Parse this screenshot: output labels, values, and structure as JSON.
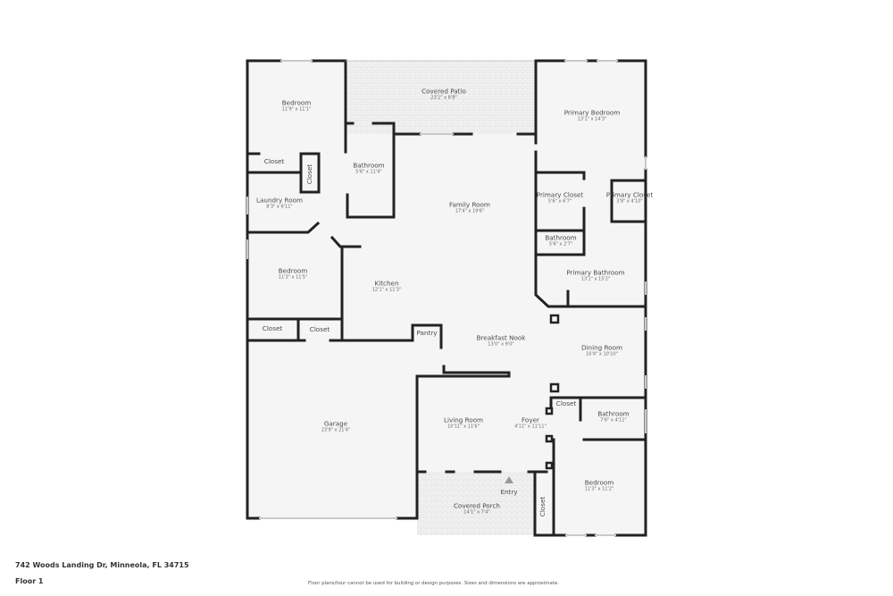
{
  "address": "742 Woods Landing Dr, Minneola, FL 34715",
  "floor": "Floor 1",
  "disclaimer": "Floor plans/tour cannot be used for building or design purposes. Sizes and dimensions are approximate.",
  "entry_label": "Entry",
  "colors": {
    "wall": "#222222",
    "floor": "#f5f5f5",
    "outdoor": "#ececec",
    "window": "#cfcfcf"
  },
  "rooms": {
    "bedroom_nw": {
      "name": "Bedroom",
      "dims": "11'9\" x 11'1\""
    },
    "covered_patio": {
      "name": "Covered Patio",
      "dims": "23'2\" x 8'8\""
    },
    "primary_bedroom": {
      "name": "Primary Bedroom",
      "dims": "13'1\" x 14'3\""
    },
    "closet_nw": {
      "name": "Closet"
    },
    "closet_nw_vertical": {
      "name": "Closet"
    },
    "bathroom_nw": {
      "name": "Bathroom",
      "dims": "5'6\" x 11'4\""
    },
    "laundry_room": {
      "name": "Laundry Room",
      "dims": "8'3\" x 6'11\""
    },
    "family_room": {
      "name": "Family Room",
      "dims": "17'4\" x 19'6\""
    },
    "primary_closet_1": {
      "name": "Primary Closet",
      "dims": "5'6\" x 6'7\""
    },
    "primary_closet_2": {
      "name": "Primary Closet",
      "dims": "3'8\" x 4'10\""
    },
    "bathroom_small": {
      "name": "Bathroom",
      "dims": "5'6\" x 2'7\""
    },
    "primary_bathroom": {
      "name": "Primary Bathroom",
      "dims": "13'1\" x 15'2\""
    },
    "bedroom_w": {
      "name": "Bedroom",
      "dims": "11'3\" x 11'5\""
    },
    "kitchen": {
      "name": "Kitchen",
      "dims": "12'1\" x 11'3\""
    },
    "closet_w1": {
      "name": "Closet"
    },
    "closet_w2": {
      "name": "Closet"
    },
    "pantry": {
      "name": "Pantry"
    },
    "breakfast_nook": {
      "name": "Breakfast Nook",
      "dims": "13'0\" x 9'0\""
    },
    "dining_room": {
      "name": "Dining Room",
      "dims": "10'4\" x 10'10\""
    },
    "garage": {
      "name": "Garage",
      "dims": "23'9\" x 21'4\""
    },
    "living_room": {
      "name": "Living Room",
      "dims": "10'11\" x 11'6\""
    },
    "foyer": {
      "name": "Foyer",
      "dims": "4'11\" x 11'11\""
    },
    "closet_foyer": {
      "name": "Closet"
    },
    "bathroom_se": {
      "name": "Bathroom",
      "dims": "7'6\" x 4'11\""
    },
    "bedroom_se": {
      "name": "Bedroom",
      "dims": "11'3\" x 11'2\""
    },
    "covered_porch": {
      "name": "Covered Porch",
      "dims": "14'1\" x 7'4\""
    },
    "closet_se": {
      "name": "Closet"
    }
  }
}
